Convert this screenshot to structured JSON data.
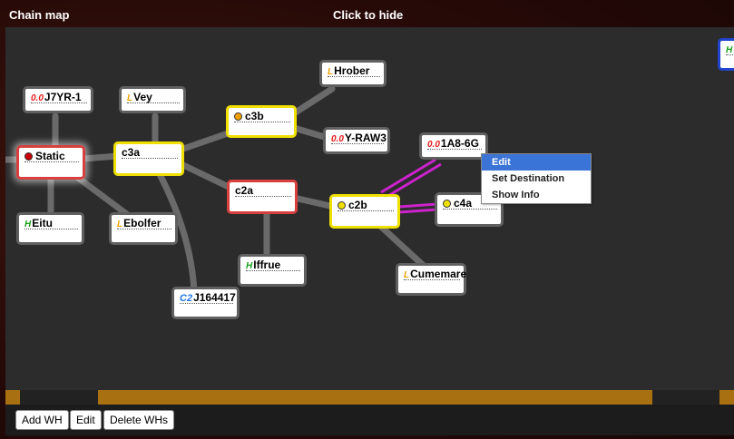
{
  "header": {
    "title": "Chain map",
    "hide_label": "Click to hide"
  },
  "nodes": {
    "static": {
      "label": "Static"
    },
    "j7yr1": {
      "class": "0.0",
      "label": "J7YR-1"
    },
    "vey": {
      "class": "L",
      "label": "Vey"
    },
    "c3a": {
      "label": "c3a"
    },
    "c3b": {
      "label": "c3b"
    },
    "hrober": {
      "class": "L",
      "label": "Hrober"
    },
    "yraw3": {
      "class": "0.0",
      "label": "Y-RAW3"
    },
    "a1a86g": {
      "class": "0.0",
      "label": "1A8-6G"
    },
    "c2a": {
      "label": "c2a"
    },
    "c2b": {
      "label": "c2b"
    },
    "c4a": {
      "label": "c4a"
    },
    "eitu": {
      "class": "H",
      "label": "Eitu"
    },
    "ebolfer": {
      "class": "L",
      "label": "Ebolfer"
    },
    "iffrue": {
      "class": "H",
      "label": "Iffrue"
    },
    "j164417": {
      "class": "C2",
      "label": "J164417"
    },
    "cumemare": {
      "class": "L",
      "label": "Cumemare"
    },
    "edge": {
      "class": "H",
      "label": ""
    }
  },
  "context_menu": {
    "items": [
      "Edit",
      "Set Destination",
      "Show Info"
    ],
    "active_index": 0
  },
  "buttons": {
    "add": "Add WH",
    "edit": "Edit",
    "delete": "Delete WHs"
  },
  "colors": {
    "connection": "#6a6a6a",
    "active_connection": "#cc22cc",
    "highlight": "#f0e000",
    "home": "#d84040",
    "accent": "#a87010"
  }
}
